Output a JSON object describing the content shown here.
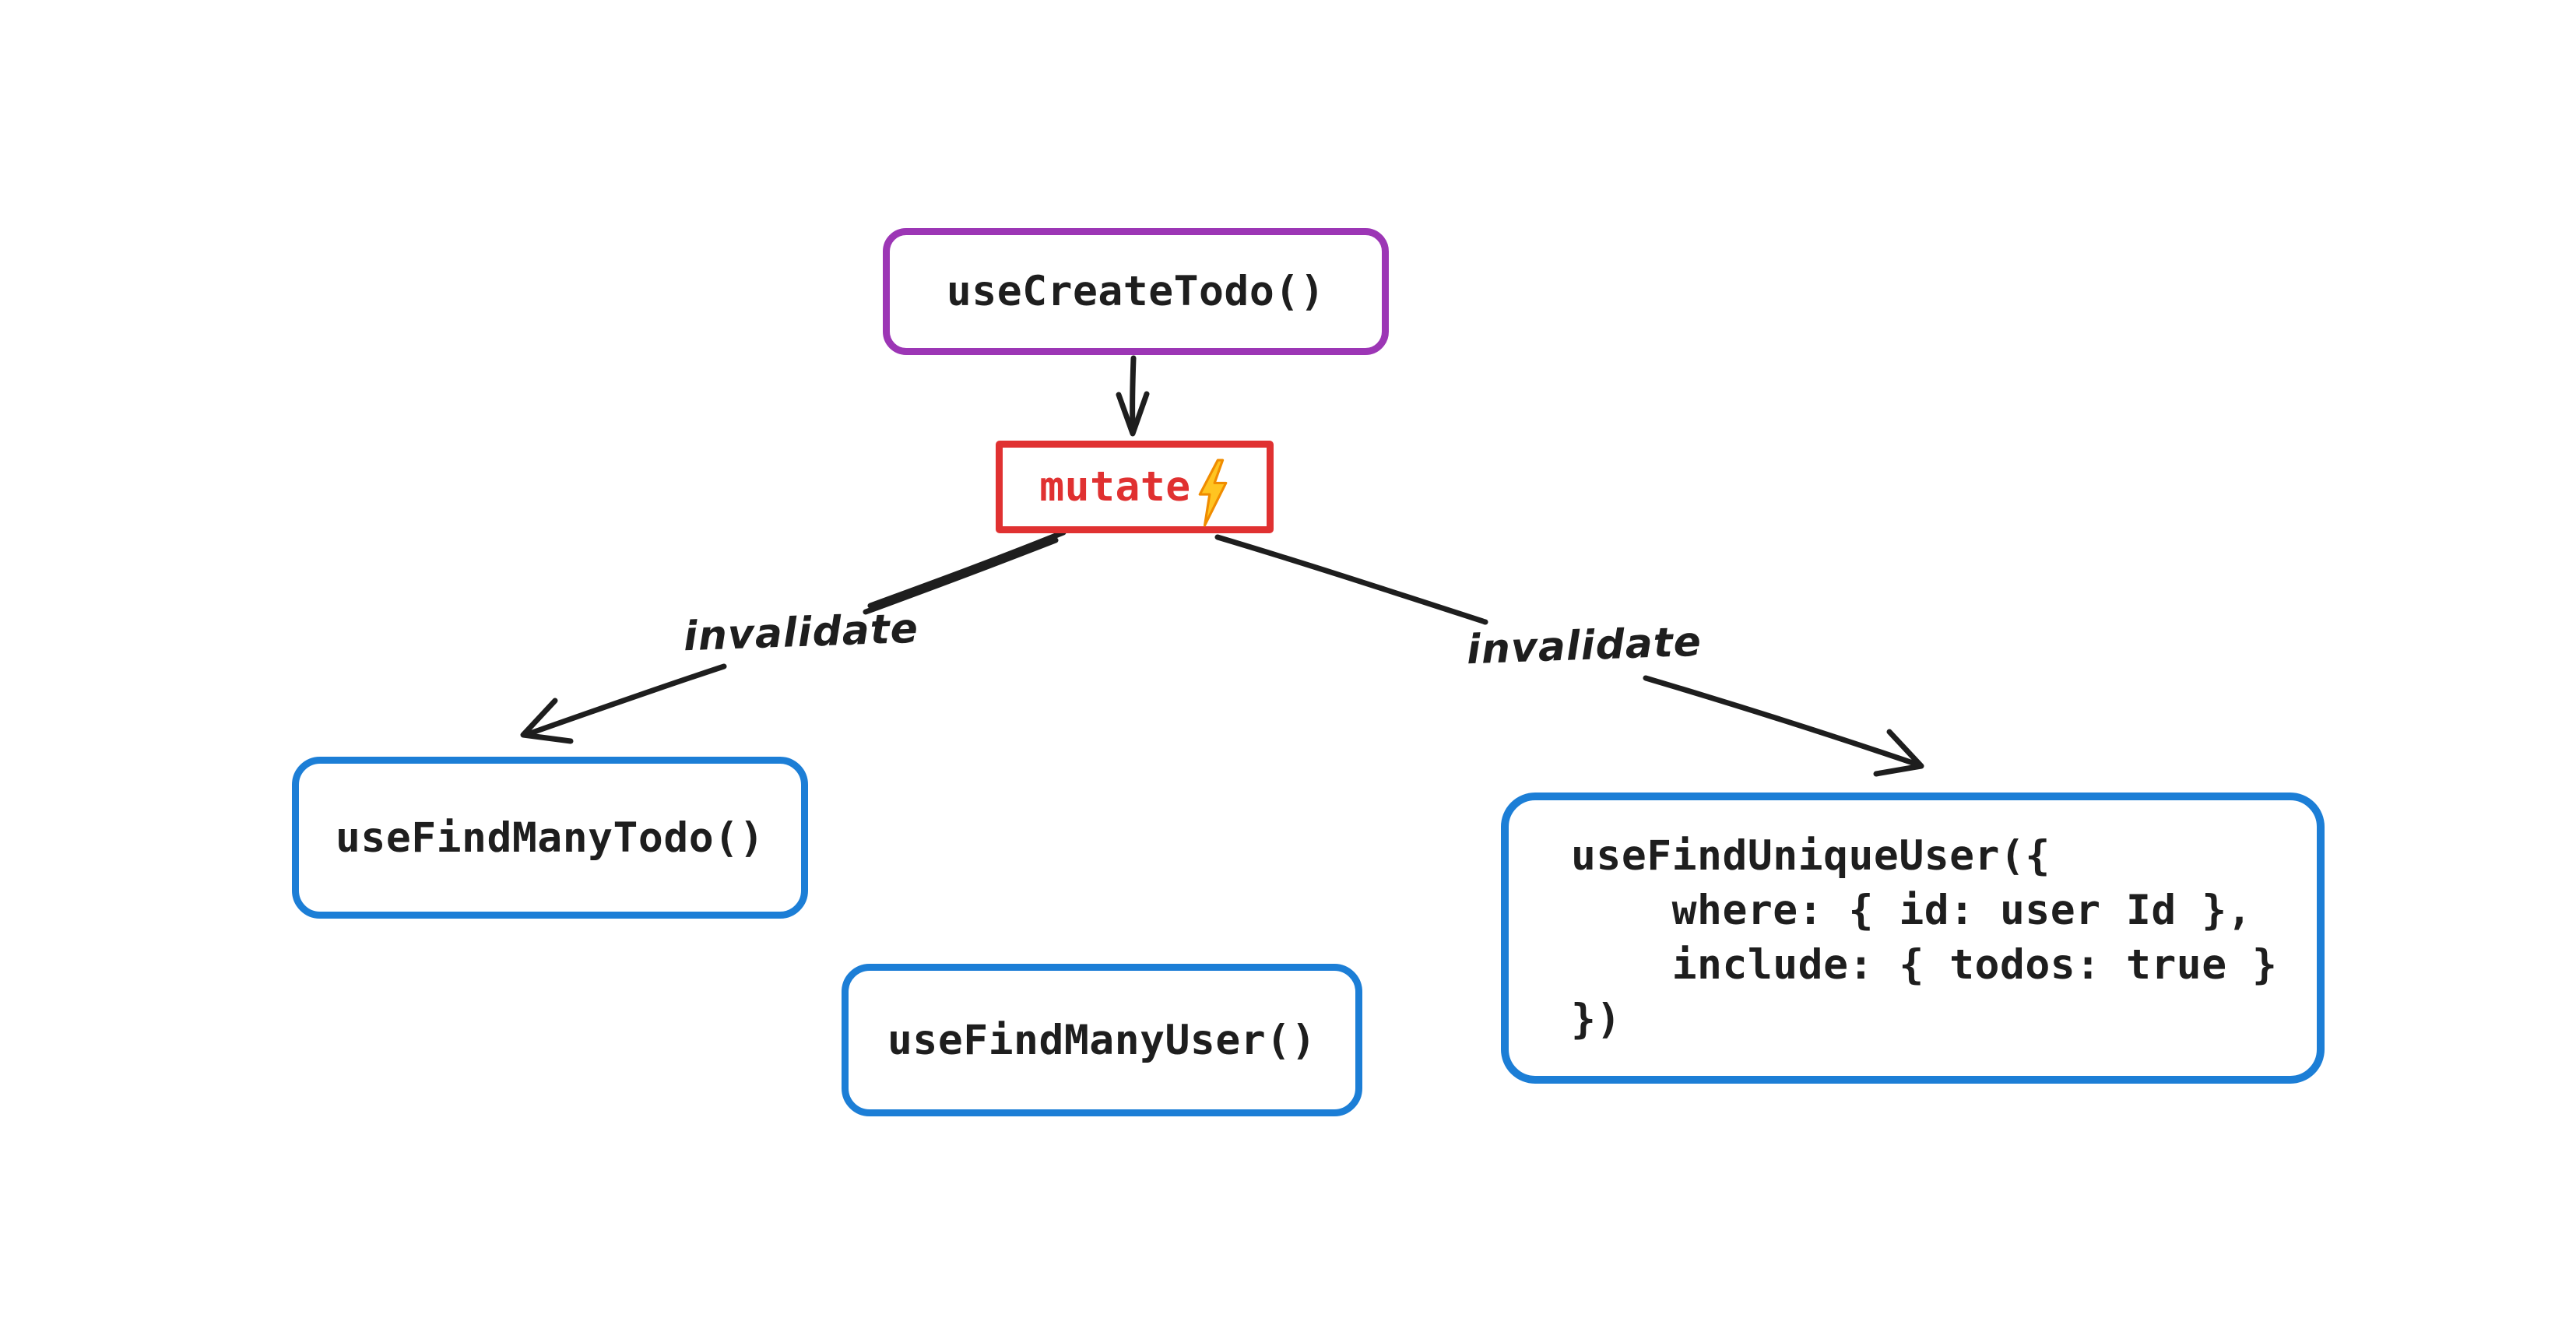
{
  "diagram": {
    "background": "#ffffff",
    "colors": {
      "violet_node_border": "#9c36b5",
      "red_node_border": "#e03131",
      "blue_node_border": "#1c7ed6",
      "ink": "#1e1e1e",
      "bolt_fill": "#ffc421",
      "bolt_outline": "#f08c00"
    },
    "nodes": {
      "use_create_todo": {
        "label": "useCreateTodo()"
      },
      "mutate": {
        "label": "mutate",
        "icon": "lightning-bolt-icon"
      },
      "use_find_many_todo": {
        "label": "useFindManyTodo()"
      },
      "use_find_many_user": {
        "label": "useFindManyUser()"
      },
      "use_find_unique_user": {
        "lines": [
          "useFindUniqueUser({",
          "    where: { id: user Id },",
          "    include: { todos: true }",
          "})"
        ]
      }
    },
    "edges": {
      "create_to_mutate": {
        "label": ""
      },
      "mutate_to_find_many_todo": {
        "label": "invalidate"
      },
      "mutate_to_find_unique_user": {
        "label": "invalidate"
      }
    }
  }
}
